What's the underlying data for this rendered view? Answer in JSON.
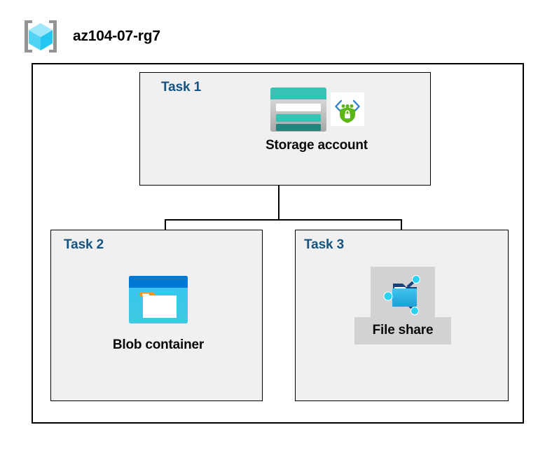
{
  "header": {
    "icon": "resource-group-icon",
    "title": "az104-07-rg7"
  },
  "resource_group": {
    "name": "az104-07-rg7",
    "boundary": "resource-group-boundary"
  },
  "tasks": [
    {
      "id": "task-1",
      "label": "Task 1",
      "node": {
        "caption": "Storage account",
        "icons": [
          "storage-account-icon",
          "private-link-shield-icon"
        ]
      }
    },
    {
      "id": "task-2",
      "label": "Task 2",
      "node": {
        "caption": "Blob container",
        "icons": [
          "blob-container-icon"
        ]
      }
    },
    {
      "id": "task-3",
      "label": "Task 3",
      "node": {
        "caption": "File share",
        "icons": [
          "file-share-icon"
        ]
      }
    }
  ],
  "connectors": [
    {
      "name": "storage-to-bus-trunk",
      "from": "Storage account",
      "to": "branch-bus"
    },
    {
      "name": "bus-to-blob-container",
      "from": "branch-bus",
      "to": "Blob container"
    },
    {
      "name": "bus-to-file-share",
      "from": "branch-bus",
      "to": "File share"
    }
  ],
  "colors": {
    "task_label": "#16537e",
    "caption": "#0a0a0a",
    "box_fill": "#f0f0f0",
    "box_border": "#000000",
    "canvas": "#ffffff",
    "fileshare_highlight": "#d2d2d2",
    "azure_blue": "#0078d4",
    "cyan": "#32c5f4",
    "teal": "#37c2b4",
    "teal_dark": "#2a8c82",
    "orange": "#f7941e",
    "green": "#5cb615"
  }
}
